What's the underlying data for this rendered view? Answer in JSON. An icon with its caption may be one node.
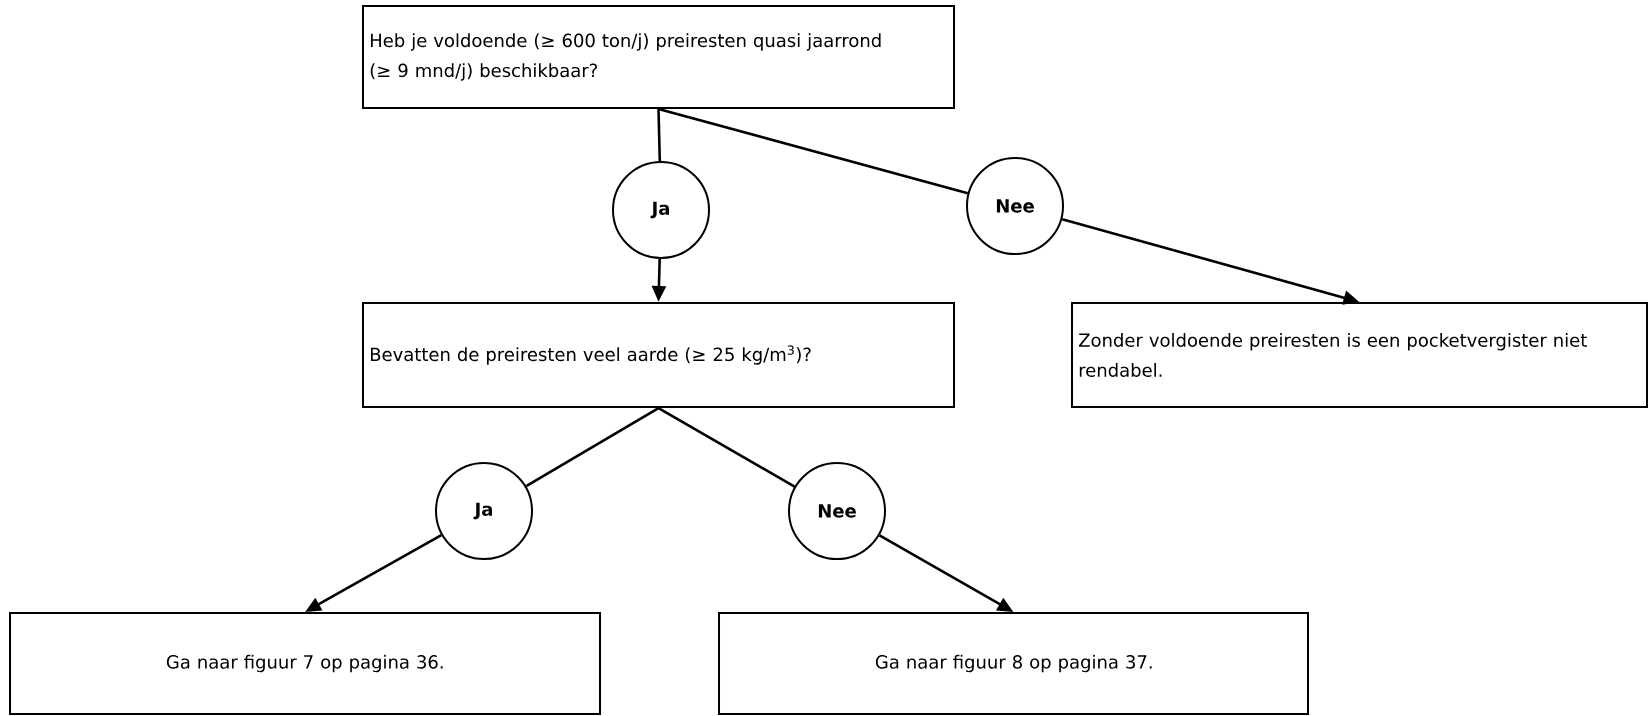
{
  "diagram": {
    "nodes": [
      {
        "text": [
          "Heb je voldoende (≥ 600 ton/j) preiresten quasi jaarrond (≥ 9 mnd/j) beschikbaar?"
        ]
      },
      {
        "text": [
          "Ja"
        ]
      },
      {
        "text": [
          "Nee"
        ]
      },
      {
        "text": [
          "Bevatten de preiresten veel aarde (≥ 25 kg/m$^{3}$)?"
        ]
      },
      {
        "text": [
          "Zonder voldoende preiresten is een pocketvergister niet rendabel."
        ]
      },
      {
        "text": [
          "Ja"
        ]
      },
      {
        "text": [
          "Nee"
        ]
      },
      {
        "text": [
          "Ga naar figuur 7 op pagina 36."
        ]
      },
      {
        "text": [
          "Ga naar figuur 8 op pagina 37."
        ]
      }
    ],
    "edges": [
      {
        "from": 0,
        "to": 1,
        "arrow": "none"
      },
      {
        "from": 1,
        "to": 3,
        "arrow": "to"
      },
      {
        "from": 0,
        "to": 2,
        "arrow": "none"
      },
      {
        "from": 2,
        "to": 4,
        "arrow": "to"
      },
      {
        "from": 3,
        "to": 5,
        "arrow": "none"
      },
      {
        "from": 5,
        "to": 7,
        "arrow": "to"
      },
      {
        "from": 3,
        "to": 6,
        "arrow": "none"
      },
      {
        "from": 6,
        "to": 8,
        "arrow": "to"
      }
    ]
  }
}
